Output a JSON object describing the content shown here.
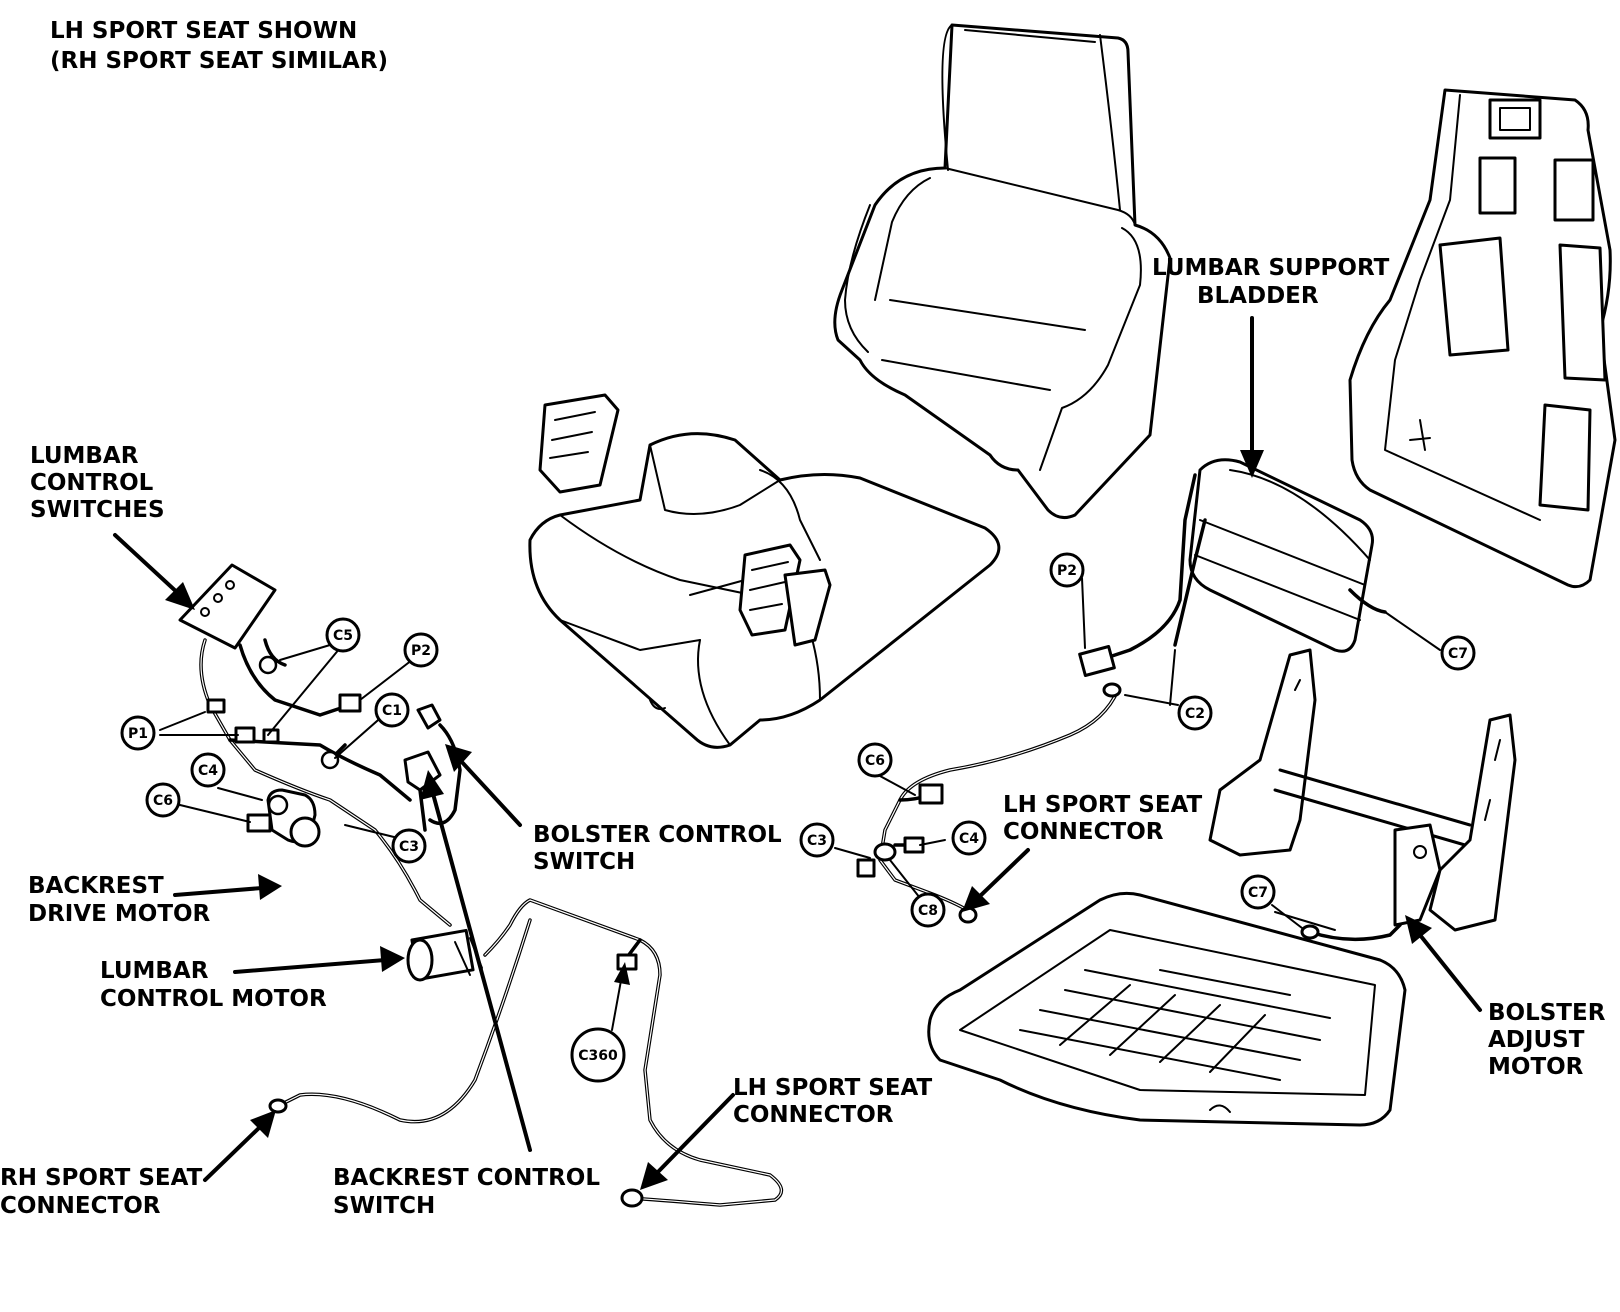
{
  "title": {
    "line1": "LH SPORT SEAT SHOWN",
    "line2": "(RH SPORT SEAT SIMILAR)"
  },
  "labels": {
    "lumbar_control_switches": [
      "LUMBAR",
      "CONTROL",
      "SWITCHES"
    ],
    "backrest_drive_motor": [
      "BACKREST",
      "DRIVE MOTOR"
    ],
    "lumbar_control_motor": [
      "LUMBAR",
      "CONTROL MOTOR"
    ],
    "bolster_control_switch": [
      "BOLSTER CONTROL",
      "SWITCH"
    ],
    "rh_sport_seat_connector": [
      "RH SPORT SEAT",
      "CONNECTOR"
    ],
    "backrest_control_switch": [
      "BACKREST CONTROL",
      "SWITCH"
    ],
    "lh_sport_seat_connector_bottom": [
      "LH SPORT SEAT",
      "CONNECTOR"
    ],
    "lh_sport_seat_connector_mid": [
      "LH SPORT SEAT",
      "CONNECTOR"
    ],
    "lumbar_support_bladder": [
      "LUMBAR SUPPORT",
      "BLADDER"
    ],
    "bolster_adjust_motor": [
      "BOLSTER",
      "ADJUST",
      "MOTOR"
    ]
  },
  "connectors": {
    "c1": "C1",
    "c2": "C2",
    "c3_left": "C3",
    "c3_right": "C3",
    "c4_left": "C4",
    "c4_right": "C4",
    "c5": "C5",
    "c6_left": "C6",
    "c6_right": "C6",
    "c7_top": "C7",
    "c7_bottom": "C7",
    "c8": "C8",
    "p1": "P1",
    "p2_left": "P2",
    "p2_right": "P2",
    "c360": "C360"
  }
}
